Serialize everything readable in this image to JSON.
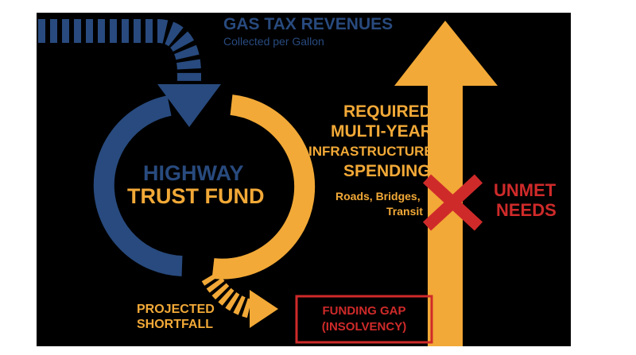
{
  "colors": {
    "background": "#000000",
    "frame": "#ffffff",
    "blue": "#284a7e",
    "gold": "#f2a937",
    "red": "#cf2a2a"
  },
  "source": {
    "title": "GAS TAX REVENUES",
    "subtitle": "Collected per Gallon"
  },
  "fund": {
    "line1": "HIGHWAY",
    "line2": "TRUST FUND"
  },
  "spending": {
    "line1": "REQUIRED",
    "line2": "MULTI-YEAR",
    "line3": "INFRASTRUCTURE",
    "line4": "SPENDING",
    "detail1": "Roads, Bridges,",
    "detail2": "Transit"
  },
  "unmet": {
    "line1": "UNMET",
    "line2": "NEEDS",
    "icon": "x-mark-icon"
  },
  "shortfall": {
    "line1": "PROJECTED",
    "line2": "SHORTFALL"
  },
  "gap": {
    "line1": "FUNDING GAP",
    "line2": "(INSOLVENCY)"
  }
}
